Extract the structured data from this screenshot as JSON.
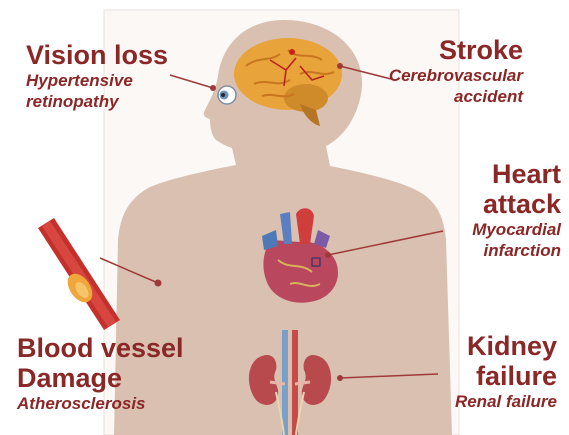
{
  "colors": {
    "label": "#8a2727",
    "body": "#d9c0b0",
    "leader": "#9e3a3a"
  },
  "labels": {
    "vision": {
      "title": "Vision loss",
      "sub": [
        "Hypertensive",
        "retinopathy"
      ]
    },
    "stroke": {
      "title": "Stroke",
      "sub": [
        "Cerebrovascular",
        "accident"
      ]
    },
    "heart": {
      "title": [
        "Heart",
        "attack"
      ],
      "sub": [
        "Myocardial",
        "infarction"
      ]
    },
    "vessel": {
      "title": [
        "Blood vessel",
        "Damage"
      ],
      "sub": "Atherosclerosis"
    },
    "kidney": {
      "title": [
        "Kidney",
        "failure"
      ],
      "sub": "Renal failure"
    }
  },
  "icons": [
    "eye-icon",
    "brain-icon",
    "heart-icon",
    "kidneys-icon",
    "blood-vessel-icon"
  ]
}
